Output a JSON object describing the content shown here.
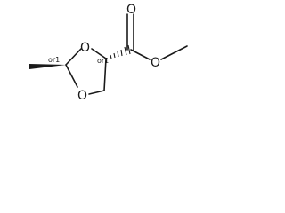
{
  "molecule": {
    "atoms": {
      "ring_oxygen_top": "O",
      "ring_oxygen_bottom": "O",
      "carbonyl_oxygen": "O",
      "ester_oxygen": "O"
    },
    "stereo_labels": {
      "c2": "or1",
      "c4": "or1"
    },
    "colors": {
      "ink": "#1a1a1a",
      "background": "#ffffff"
    }
  }
}
